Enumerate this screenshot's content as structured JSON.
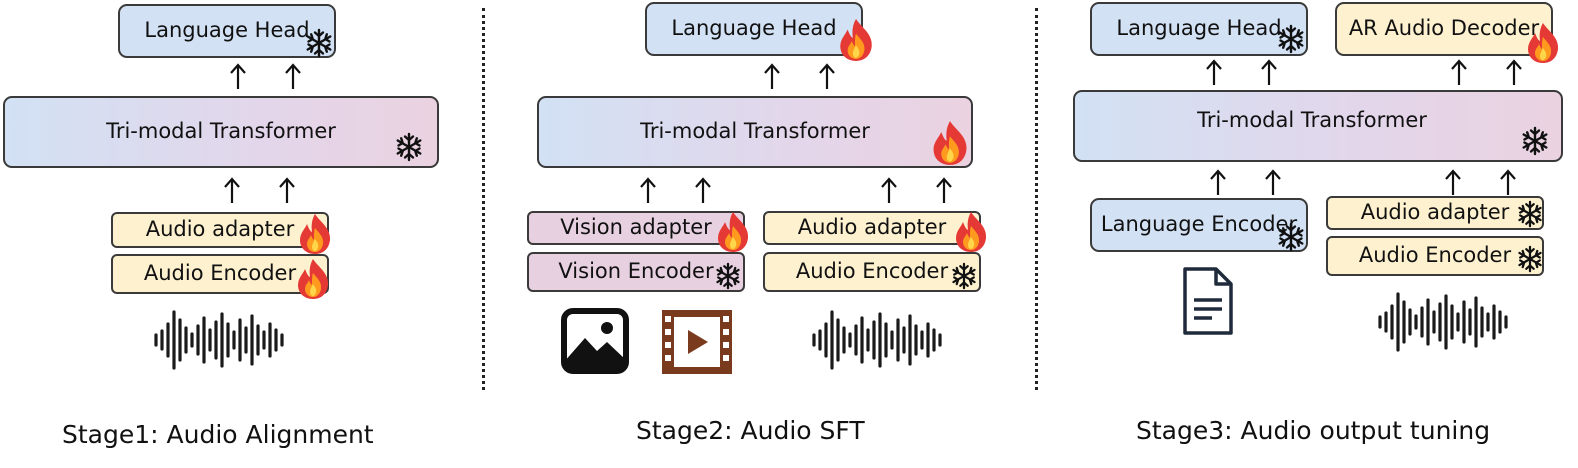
{
  "colors": {
    "head_blue": "#d2e1f4",
    "adapter_yellow": "#fdf1cf",
    "vision_pink": "#e7d0e0",
    "flame_red": "#e53935",
    "flame_orange": "#ff9a1f",
    "border": "#3a3a3a"
  },
  "icons": {
    "trainable": "fire-icon",
    "frozen": "snowflake-icon",
    "audio": "audio-waveform-icon",
    "image": "image-icon",
    "video": "video-icon",
    "text": "document-icon"
  },
  "stage1": {
    "language_head": "Language Head",
    "transformer": "Tri-modal Transformer",
    "audio_adapter": "Audio adapter",
    "audio_encoder": "Audio Encoder",
    "caption": "Stage1: Audio Alignment"
  },
  "stage2": {
    "language_head": "Language Head",
    "transformer": "Tri-modal Transformer",
    "vision_adapter": "Vision adapter",
    "vision_encoder": "Vision Encoder",
    "audio_adapter": "Audio adapter",
    "audio_encoder": "Audio Encoder",
    "caption": "Stage2: Audio SFT"
  },
  "stage3": {
    "language_head": "Language Head",
    "ar_audio_decoder": "AR Audio Decoder",
    "transformer": "Tri-modal Transformer",
    "language_encoder": "Language Encoder",
    "audio_adapter": "Audio adapter",
    "audio_encoder": "Audio Encoder",
    "caption": "Stage3: Audio output tuning"
  }
}
